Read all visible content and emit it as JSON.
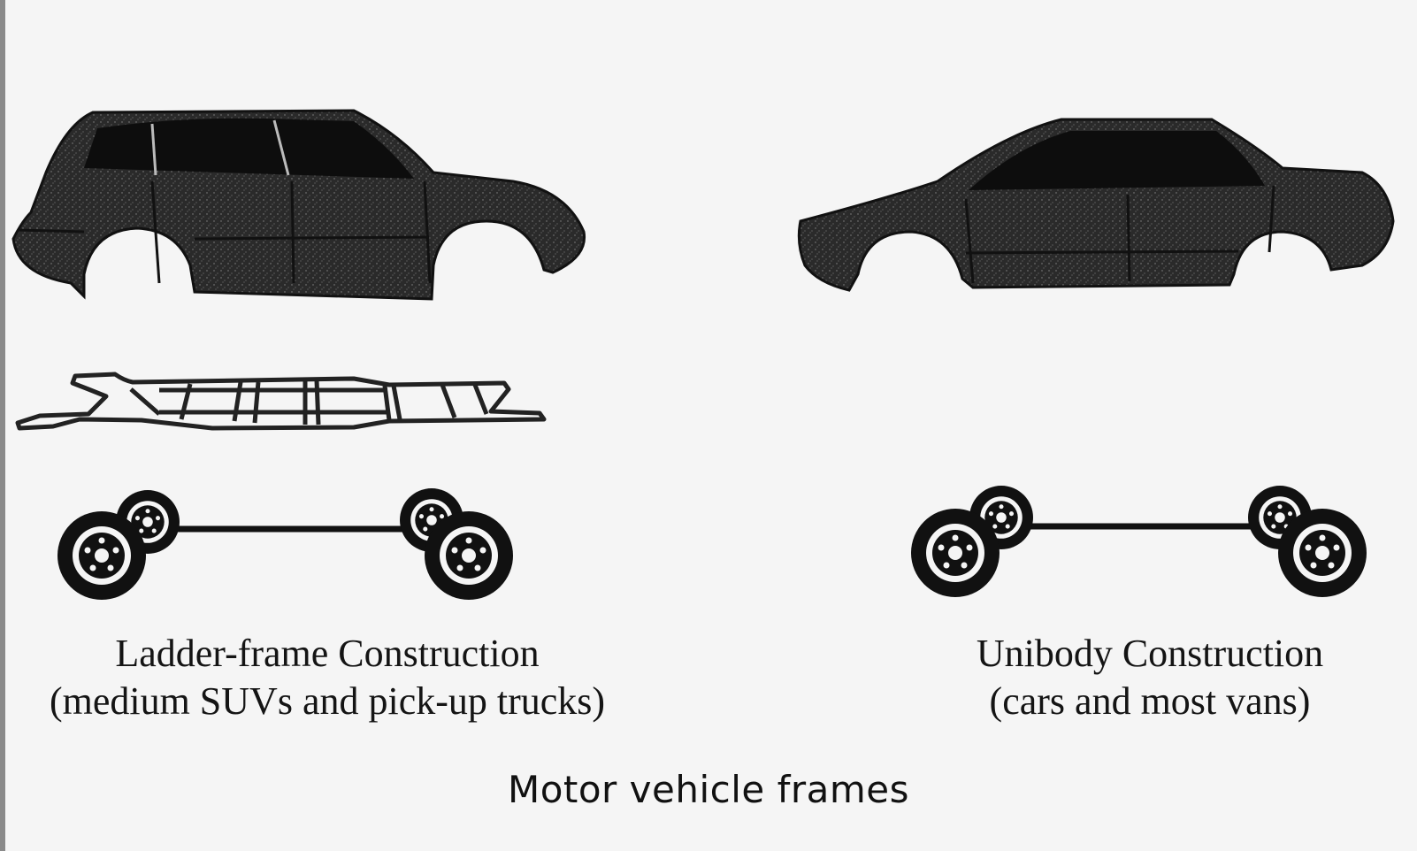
{
  "diagram": {
    "title": "Motor vehicle frames",
    "ladder": {
      "caption_line1": "Ladder-frame Construction",
      "caption_line2": "(medium SUVs and pick-up trucks)"
    },
    "unibody": {
      "caption_line1": "Unibody Construction",
      "caption_line2": "(cars and most vans)"
    }
  },
  "colors": {
    "ink": "#1a1a1a",
    "background": "#f5f5f5"
  }
}
